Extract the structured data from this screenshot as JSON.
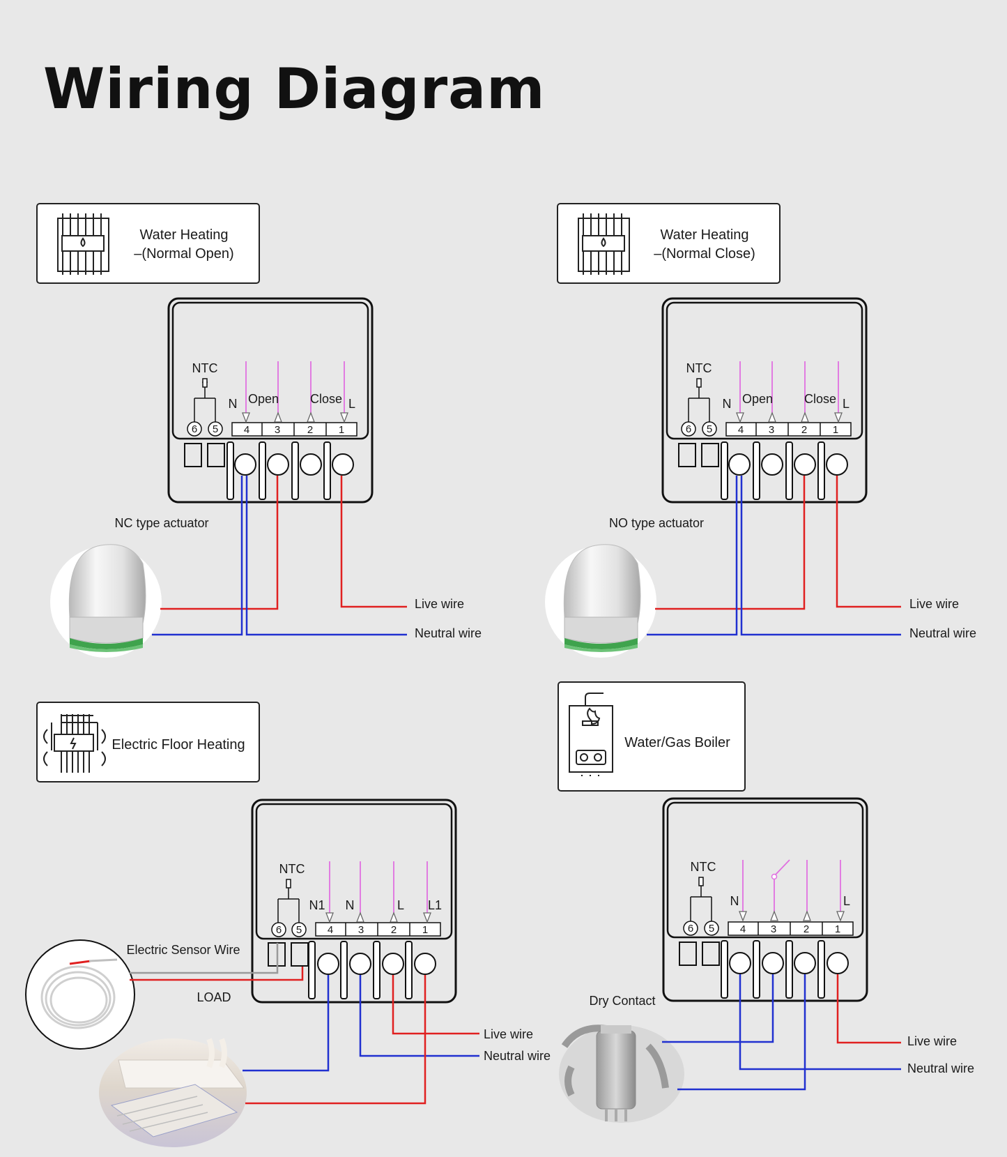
{
  "title": "Wiring Diagram",
  "colors": {
    "live": "#e02020",
    "neutral": "#2030d0",
    "probe": "#e070e0",
    "sensor": "#9a9a9a",
    "background": "#e8e8e8"
  },
  "panels": [
    {
      "header": {
        "icon": "water-heating-manifold-icon",
        "line1": "Water Heating",
        "line2": "–(Normal Open)"
      },
      "thermostat": {
        "ntc": "NTC",
        "ntc_terms": [
          "6",
          "5"
        ],
        "labels": [
          "N",
          "Open",
          "Close",
          "L"
        ],
        "terms": [
          "4",
          "3",
          "2",
          "1"
        ]
      },
      "device_label": "NC type actuator",
      "device_image": "thermal-actuator-image",
      "wires": [
        "Live wire",
        "Neutral wire"
      ]
    },
    {
      "header": {
        "icon": "water-heating-manifold-icon",
        "line1": "Water Heating",
        "line2": "–(Normal Close)"
      },
      "thermostat": {
        "ntc": "NTC",
        "ntc_terms": [
          "6",
          "5"
        ],
        "labels": [
          "N",
          "Open",
          "Close",
          "L"
        ],
        "terms": [
          "4",
          "3",
          "2",
          "1"
        ]
      },
      "device_label": "NO type actuator",
      "device_image": "thermal-actuator-image",
      "wires": [
        "Live wire",
        "Neutral wire"
      ]
    },
    {
      "header": {
        "icon": "floor-heating-coil-icon",
        "line1": "Electric Floor Heating"
      },
      "thermostat": {
        "ntc": "NTC",
        "ntc_terms": [
          "6",
          "5"
        ],
        "labels": [
          "N1",
          "N",
          "L",
          "L1"
        ],
        "terms": [
          "4",
          "3",
          "2",
          "1"
        ]
      },
      "sensor_label": "Electric Sensor Wire",
      "load_label": "LOAD",
      "device_image": "heating-mat-image",
      "wires": [
        "Live wire",
        "Neutral wire"
      ]
    },
    {
      "header": {
        "icon": "gas-boiler-icon",
        "line1": "Water/Gas Boiler"
      },
      "thermostat": {
        "ntc": "NTC",
        "ntc_terms": [
          "6",
          "5"
        ],
        "labels": [
          "N",
          "L"
        ],
        "terms": [
          "4",
          "3",
          "2",
          "1"
        ]
      },
      "device_label": "Dry Contact",
      "device_image": "wall-boiler-image",
      "wires": [
        "Live wire",
        "Neutral wire"
      ]
    }
  ]
}
